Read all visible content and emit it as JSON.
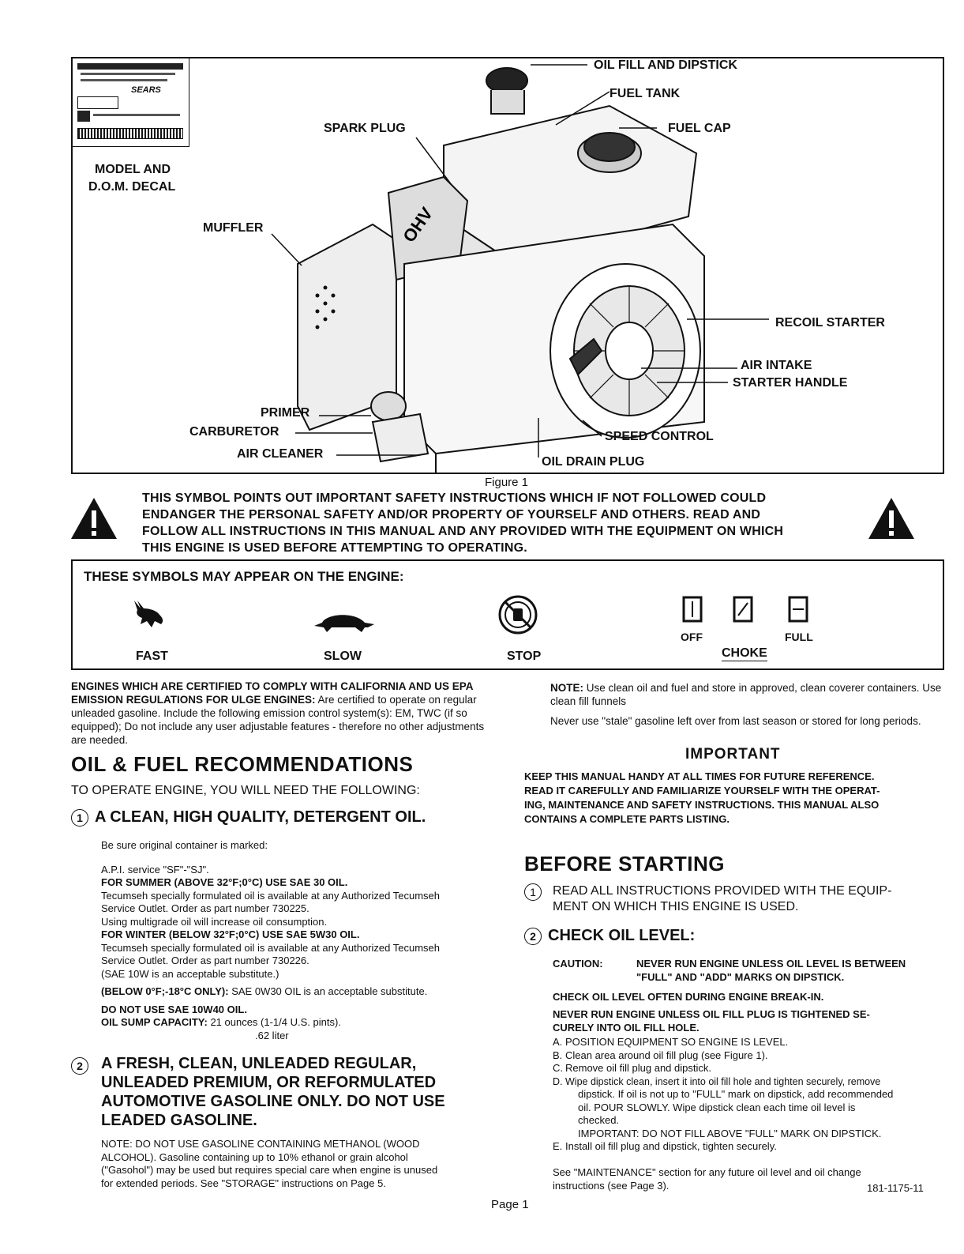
{
  "decal": {
    "label_line1": "MODEL AND",
    "label_line2": "D.O.M. DECAL",
    "brand": "SEARS"
  },
  "figure": {
    "caption": "Figure 1",
    "labels": {
      "oil_fill": "OIL FILL AND DIPSTICK",
      "fuel_tank": "FUEL TANK",
      "fuel_cap": "FUEL CAP",
      "spark_plug": "SPARK PLUG",
      "muffler": "MUFFLER",
      "recoil_starter": "RECOIL STARTER",
      "air_intake": "AIR INTAKE",
      "starter_handle": "STARTER HANDLE",
      "primer": "PRIMER",
      "carburetor": "CARBURETOR",
      "air_cleaner": "AIR CLEANER",
      "speed_control": "SPEED CONTROL",
      "oil_drain_plug": "OIL DRAIN PLUG",
      "ohv": "OHV"
    }
  },
  "warning": {
    "lines": [
      "THIS SYMBOL POINTS OUT IMPORTANT SAFETY INSTRUCTIONS WHICH IF NOT FOLLOWED COULD",
      "ENDANGER THE PERSONAL SAFETY AND/OR PROPERTY OF YOURSELF AND OTHERS.  READ AND",
      "FOLLOW ALL INSTRUCTIONS IN THIS MANUAL AND ANY PROVIDED WITH THE EQUIPMENT ON WHICH",
      "THIS ENGINE IS USED BEFORE ATTEMPTING TO OPERATING."
    ]
  },
  "symbols": {
    "heading": "THESE SYMBOLS MAY APPEAR ON THE ENGINE:",
    "fast": "FAST",
    "slow": "SLOW",
    "stop": "STOP",
    "off": "OFF",
    "full": "FULL",
    "choke": "CHOKE"
  },
  "left": {
    "cert_bold": "ENGINES WHICH ARE CERTIFIED TO COMPLY WITH CALIFORNIA AND US EPA EMISSION REGULATIONS FOR ULGE ENGINES:",
    "cert_text": " Are certified to operate on regular unleaded gasoline.  Include the following emission control system(s):  EM, TWC (if so equipped);  Do not include any user adjustable features - therefore no other adjustments are needed.",
    "title": "OIL & FUEL RECOMMENDATIONS",
    "subtitle": "TO OPERATE ENGINE, YOU WILL NEED THE FOLLOWING:",
    "item1_num": "1",
    "item1_title": "A CLEAN, HIGH QUALITY, DETERGENT OIL.",
    "oil_lines": [
      {
        "text": "Be sure original container is marked:",
        "bold": false,
        "gap": true
      },
      {
        "text": "A.P.I. service \"SF\"-\"SJ\".",
        "bold": false
      },
      {
        "text": "FOR SUMMER (ABOVE 32°F;0°C) USE SAE 30 OIL.",
        "bold": true
      },
      {
        "text": "Tecumseh specially formulated oil is available at any Authorized Tecumseh",
        "bold": false
      },
      {
        "text": "Service Outlet.  Order as part number 730225.",
        "bold": false
      },
      {
        "text": "Using multigrade oil will increase oil consumption.",
        "bold": false
      },
      {
        "text": "FOR WINTER (BELOW 32°F;0°C) USE SAE 5W30 OIL.",
        "bold": true
      },
      {
        "text": "Tecumseh specially formulated oil is available at any Authorized Tecumseh",
        "bold": false
      },
      {
        "text": "Service Outlet.  Order as part number 730226.",
        "bold": false
      },
      {
        "text": "(SAE 10W is an acceptable substitute.)",
        "bold": false
      }
    ],
    "below0_bold": "(BELOW 0°F;-18°C ONLY):",
    "below0_text": " SAE 0W30 OIL is an acceptable substitute.",
    "no10w40": "DO NOT USE SAE 10W40 OIL.",
    "sump_bold": "OIL SUMP CAPACITY:",
    "sump_text": "  21 ounces (1-1/4 U.S. pints).",
    "sump_liter": ".62 liter",
    "item2_num": "2",
    "item2_lines": [
      "A FRESH, CLEAN, UNLEADED REGULAR,",
      "UNLEADED PREMIUM, OR REFORMULATED",
      "AUTOMOTIVE GASOLINE ONLY.  DO NOT USE",
      "LEADED GASOLINE."
    ],
    "note_lines": [
      "NOTE:  DO NOT USE GASOLINE CONTAINING METHANOL (WOOD",
      "ALCOHOL).  Gasoline containing up to 10% ethanol or grain alcohol",
      "(\"Gasohol\") may be used but requires special care when engine is unused",
      "for extended periods.  See \"STORAGE\" instructions on Page 5."
    ]
  },
  "right": {
    "note_bold": "NOTE:",
    "note_text": "  Use clean oil and fuel and store in approved, clean coverer containers.  Use clean fill funnels",
    "stale": "Never use \"stale\" gasoline left over from last season or stored for long periods.",
    "important": "IMPORTANT",
    "keep_lines": [
      "KEEP THIS MANUAL HANDY AT ALL TIMES FOR FUTURE REFERENCE.",
      "READ IT CAREFULLY AND FAMILIARIZE YOURSELF WITH THE OPERAT-",
      "ING, MAINTENANCE AND SAFETY INSTRUCTIONS. THIS MANUAL ALSO",
      "CONTAINS A COMPLETE PARTS LISTING."
    ],
    "before": "BEFORE STARTING",
    "step1_num": "1",
    "step1_l1": "READ ALL INSTRUCTIONS PROVIDED WITH THE EQUIP-",
    "step1_l2": "MENT ON WHICH THIS ENGINE IS USED.",
    "step2_num": "2",
    "step2": "CHECK OIL LEVEL:",
    "caution_label": "CAUTION:",
    "caution_l1": "NEVER RUN ENGINE UNLESS OIL LEVEL IS BETWEEN",
    "caution_l2": "\"FULL\" AND \"ADD\" MARKS ON DIPSTICK.",
    "check_often": "CHECK OIL LEVEL OFTEN DURING ENGINE BREAK-IN.",
    "never_l1": "NEVER RUN ENGINE UNLESS OIL FILL PLUG IS TIGHTENED SE-",
    "never_l2": "CURELY INTO OIL FILL HOLE.",
    "steps": [
      {
        "letter": "A.",
        "text": "POSITION EQUIPMENT SO ENGINE IS LEVEL."
      },
      {
        "letter": "B.",
        "text": "Clean area around oil fill plug (see Figure 1)."
      },
      {
        "letter": "C.",
        "text": "Remove oil fill plug and dipstick."
      },
      {
        "letter": "D.",
        "text": "Wipe dipstick clean, insert it into oil fill hole and tighten securely, remove"
      }
    ],
    "d_cont": [
      "dipstick.  If oil is not up to \"FULL\" mark on dipstick, add recommended",
      "oil.  POUR SLOWLY.  Wipe dipstick clean each time oil level is",
      "checked.",
      "IMPORTANT:  DO NOT FILL ABOVE \"FULL\" MARK ON DIPSTICK."
    ],
    "step_e_letter": "E.",
    "step_e": "Install oil fill plug and dipstick, tighten securely.",
    "see_l1": "See \"MAINTENANCE\" section for any future oil level and oil change",
    "see_l2": "instructions (see Page 3)."
  },
  "footer": {
    "page": "Page 1",
    "code": "181-1175-11"
  }
}
